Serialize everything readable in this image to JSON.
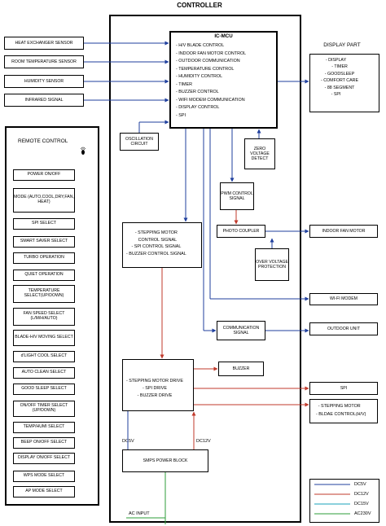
{
  "title": "CONTROLLER",
  "mcu": {
    "title": "IC-MCU",
    "items": [
      "- H/V BLADE CONTROL",
      "- INDOOR FAN MOTOR CONTROL",
      "- OUTDOOR COMMUNICATION",
      "- TEMPERATURE CONTROL",
      "- HUMIDITY CONTROL",
      "- TIMER",
      "- BUZZER CONTROL",
      "- WIFI MODEM COMMUNICATION",
      "- DISPLAY CONTROL",
      "- SPI"
    ]
  },
  "inputs": [
    "HEAT EXCHANGER SENSOR",
    "ROOM TEMPERATURE SENSOR",
    "HUMIDITY SENSOR",
    "INFRARED SIGNAL"
  ],
  "display_part": {
    "title": "DISPLAY PART",
    "items": [
      "- DISPLAY",
      "- TIMER",
      "- GOODSLEEP",
      "- COMFORT CARE",
      "- 88 SEGMENT",
      "- SPI"
    ]
  },
  "oscillation": "OSCILLATION CIRCUIT",
  "zero_voltage": "ZERO VOLTAGE DETECT",
  "pwm": "PWM CONTROL SIGNAL",
  "photo_coupler": "PHOTO COUPLER",
  "over_voltage": "OVER VOLTAGE PROTECTION",
  "stepping_control": [
    "- STEPPING MOTOR",
    "  CONTROL SIGNAL",
    "- SPI CONTROL SIGNAL",
    "- BUZZER CONTROL SIGNAL"
  ],
  "communication": "COMMUNICATION SIGNAL",
  "drive": [
    "- STEPPING MOTOR DRIVE",
    "- SPI DRIVE",
    "- BUZZER DRIVE"
  ],
  "buzzer": "BUZZER",
  "smps": "SMPS POWER BLOCK",
  "dc5v_label": "DC5V",
  "dc12v_label": "DC12V",
  "ac_input": "AC INPUT",
  "outputs": {
    "indoor_fan": "INDOOR FAN MOTOR",
    "wifi": "WI-FI MODEM",
    "outdoor": "OUTDOOR UNIT",
    "spi": "SPI",
    "stepping_motor": "- STEPPING MOTOR",
    "bldc": "- BLDAE CONTROL(H/V)"
  },
  "remote": {
    "title": "REMOTE CONTROL",
    "buttons": [
      "POWER ON/OFF",
      "MODE (AUTO,COOL,DRY,FAN, HEAT)",
      "SPI SELECT",
      "SMART SAVER SELECT",
      "TURBO OPERATION",
      "QUIET OPERATION",
      "TEMPERATURE SELECT(UP/DOWN)",
      "FAN SPEED SELECT (L/M/H/AUTO)",
      "BLADE-H/V MOVING SELECT",
      "d'LIGHT COOL SELECT",
      "AUTO CLEAN SELECT",
      "GOOD SLEEP SELECT",
      "ON/OFF TIMER SELECT (UP/DOWN)",
      "TEMP/HUMI SELECT",
      "BEEP ON/OFF SELECT",
      "DISPLAY ON/OFF SELECT",
      "WPS MODE SELECT",
      "AP MODE SELECT"
    ]
  },
  "legend": [
    {
      "label": "DC5V",
      "color": "#1f3f9e"
    },
    {
      "label": "DC12V",
      "color": "#c0392b"
    },
    {
      "label": "DC15V",
      "color": "#17a2b8"
    },
    {
      "label": "AC230V",
      "color": "#2e9e3a"
    }
  ]
}
